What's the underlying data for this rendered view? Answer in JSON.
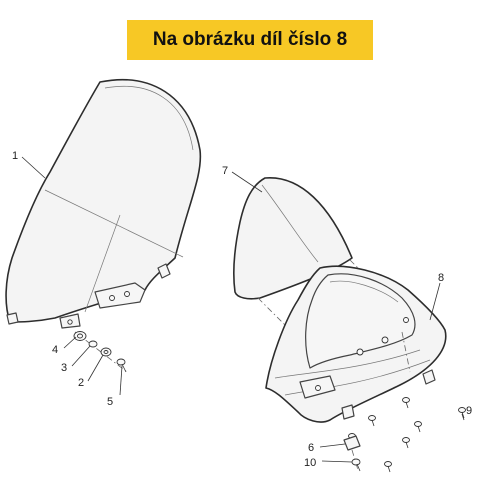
{
  "banner": {
    "text": "Na obrázku díl číslo 8"
  },
  "callouts": {
    "c1": "1",
    "c2": "2",
    "c3": "3",
    "c4": "4",
    "c5": "5",
    "c6": "6",
    "c7": "7",
    "c8": "8",
    "c9": "9",
    "c10": "10"
  },
  "colors": {
    "banner_bg": "#f7c825",
    "line": "#333333"
  }
}
